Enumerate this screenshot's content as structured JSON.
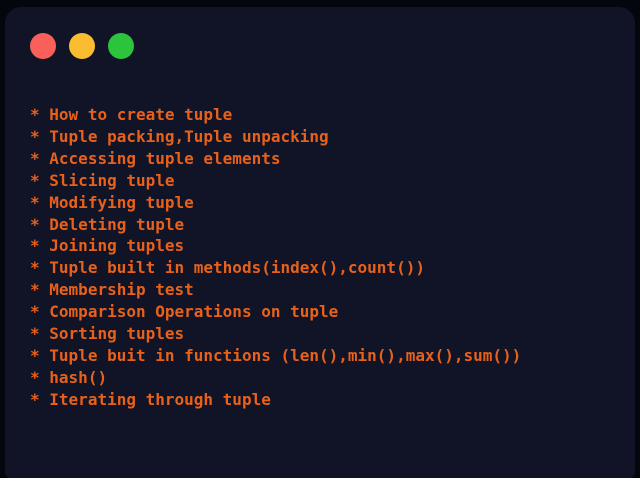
{
  "colors": {
    "frame": "#04060d",
    "window_background": "#101426",
    "text_accent": "#e8611b"
  },
  "window": {
    "controls": [
      {
        "name": "close",
        "color": "#f9605a"
      },
      {
        "name": "minimize",
        "color": "#f9bd2f"
      },
      {
        "name": "zoom",
        "color": "#2cc43c"
      }
    ]
  },
  "topics": {
    "bullet": "*",
    "items": [
      "How to create tuple",
      "Tuple packing,Tuple unpacking",
      "Accessing tuple elements",
      "Slicing tuple",
      "Modifying tuple",
      "Deleting tuple",
      "Joining tuples",
      "Tuple built in methods(index(),count())",
      "Membership test",
      "Comparison Operations on tuple",
      "Sorting tuples",
      "Tuple buit in functions (len(),min(),max(),sum())",
      "hash()",
      "Iterating through tuple"
    ]
  }
}
